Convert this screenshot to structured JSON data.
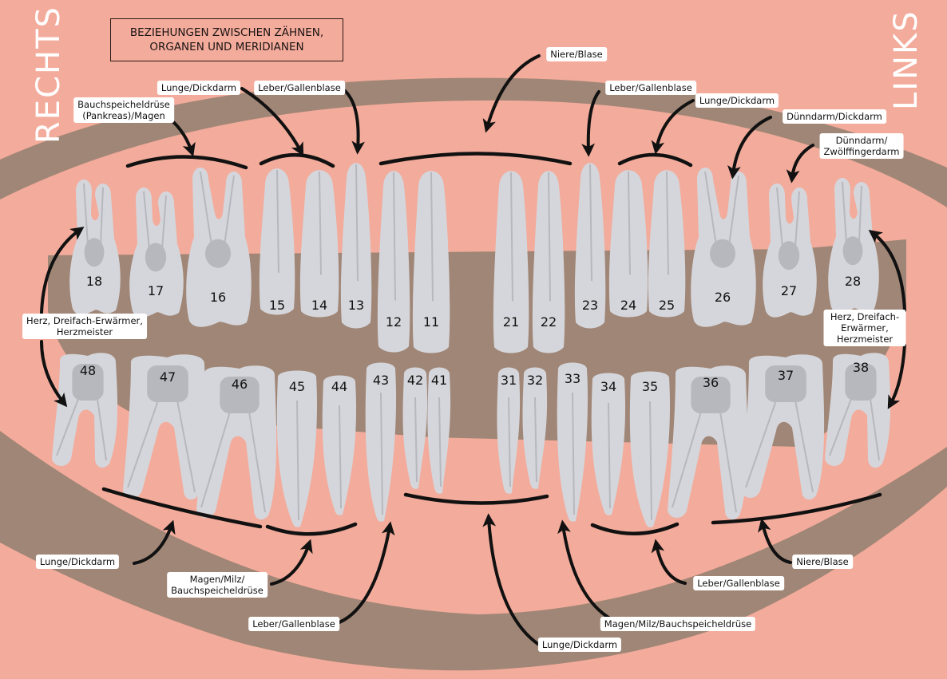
{
  "title": "BEZIEHUNGEN ZWISCHEN ZÄHNEN,\nORGANEN UND MERIDIANEN",
  "side_labels": {
    "right": "RECHTS",
    "left": "LINKS"
  },
  "colors": {
    "background": "#f3ab9b",
    "gum": "#a08676",
    "tooth": "#d5d6db",
    "pulp": "#b6b8be",
    "label_bg": "#ffffff",
    "arrow": "#111111"
  },
  "teeth": {
    "upper": [
      "18",
      "17",
      "16",
      "15",
      "14",
      "13",
      "12",
      "11",
      "21",
      "22",
      "23",
      "24",
      "25",
      "26",
      "27",
      "28"
    ],
    "lower": [
      "48",
      "47",
      "46",
      "45",
      "44",
      "43",
      "42",
      "41",
      "31",
      "32",
      "33",
      "34",
      "35",
      "36",
      "37",
      "38"
    ]
  },
  "labels": [
    {
      "id": "u-bauch",
      "text": "Bauchspeicheldrüse\n(Pankreas)/Magen",
      "teeth": [
        "17",
        "16"
      ]
    },
    {
      "id": "u-lunge-r",
      "text": "Lunge/Dickdarm",
      "teeth": [
        "15",
        "14"
      ]
    },
    {
      "id": "u-leber-r",
      "text": "Leber/Gallenblase",
      "teeth": [
        "13"
      ]
    },
    {
      "id": "u-niere",
      "text": "Niere/Blase",
      "teeth": [
        "12",
        "11",
        "21",
        "22"
      ]
    },
    {
      "id": "u-leber-l",
      "text": "Leber/Gallenblase",
      "teeth": [
        "23"
      ]
    },
    {
      "id": "u-lunge-l",
      "text": "Lunge/Dickdarm",
      "teeth": [
        "24",
        "25"
      ]
    },
    {
      "id": "u-duenn-dick",
      "text": "Dünndarm/Dickdarm",
      "teeth": [
        "26"
      ]
    },
    {
      "id": "u-duenn-zwoelf",
      "text": "Dünndarm/\nZwölffingerdarm",
      "teeth": [
        "27"
      ]
    },
    {
      "id": "herz-r",
      "text": "Herz, Dreifach-Erwärmer,\nHerzmeister",
      "teeth": [
        "18",
        "48"
      ]
    },
    {
      "id": "herz-l",
      "text": "Herz, Dreifach-Erwärmer,\nHerzmeister",
      "teeth": [
        "28",
        "38"
      ]
    },
    {
      "id": "l-lunge-r",
      "text": "Lunge/Dickdarm",
      "teeth": [
        "47",
        "46"
      ]
    },
    {
      "id": "l-magen-r",
      "text": "Magen/Milz/\nBauchspeicheldrüse",
      "teeth": [
        "45",
        "44"
      ]
    },
    {
      "id": "l-leber-r",
      "text": "Leber/Gallenblase",
      "teeth": [
        "43"
      ]
    },
    {
      "id": "l-lunge-c",
      "text": "Lunge/Dickdarm",
      "teeth": [
        "42",
        "41",
        "31",
        "32"
      ]
    },
    {
      "id": "l-magen-l",
      "text": "Magen/Milz/Bauchspeicheldrüse",
      "teeth": [
        "33"
      ]
    },
    {
      "id": "l-leber-l",
      "text": "Leber/Gallenblase",
      "teeth": [
        "34",
        "35"
      ]
    },
    {
      "id": "l-niere",
      "text": "Niere/Blase",
      "teeth": [
        "36",
        "37"
      ]
    }
  ]
}
